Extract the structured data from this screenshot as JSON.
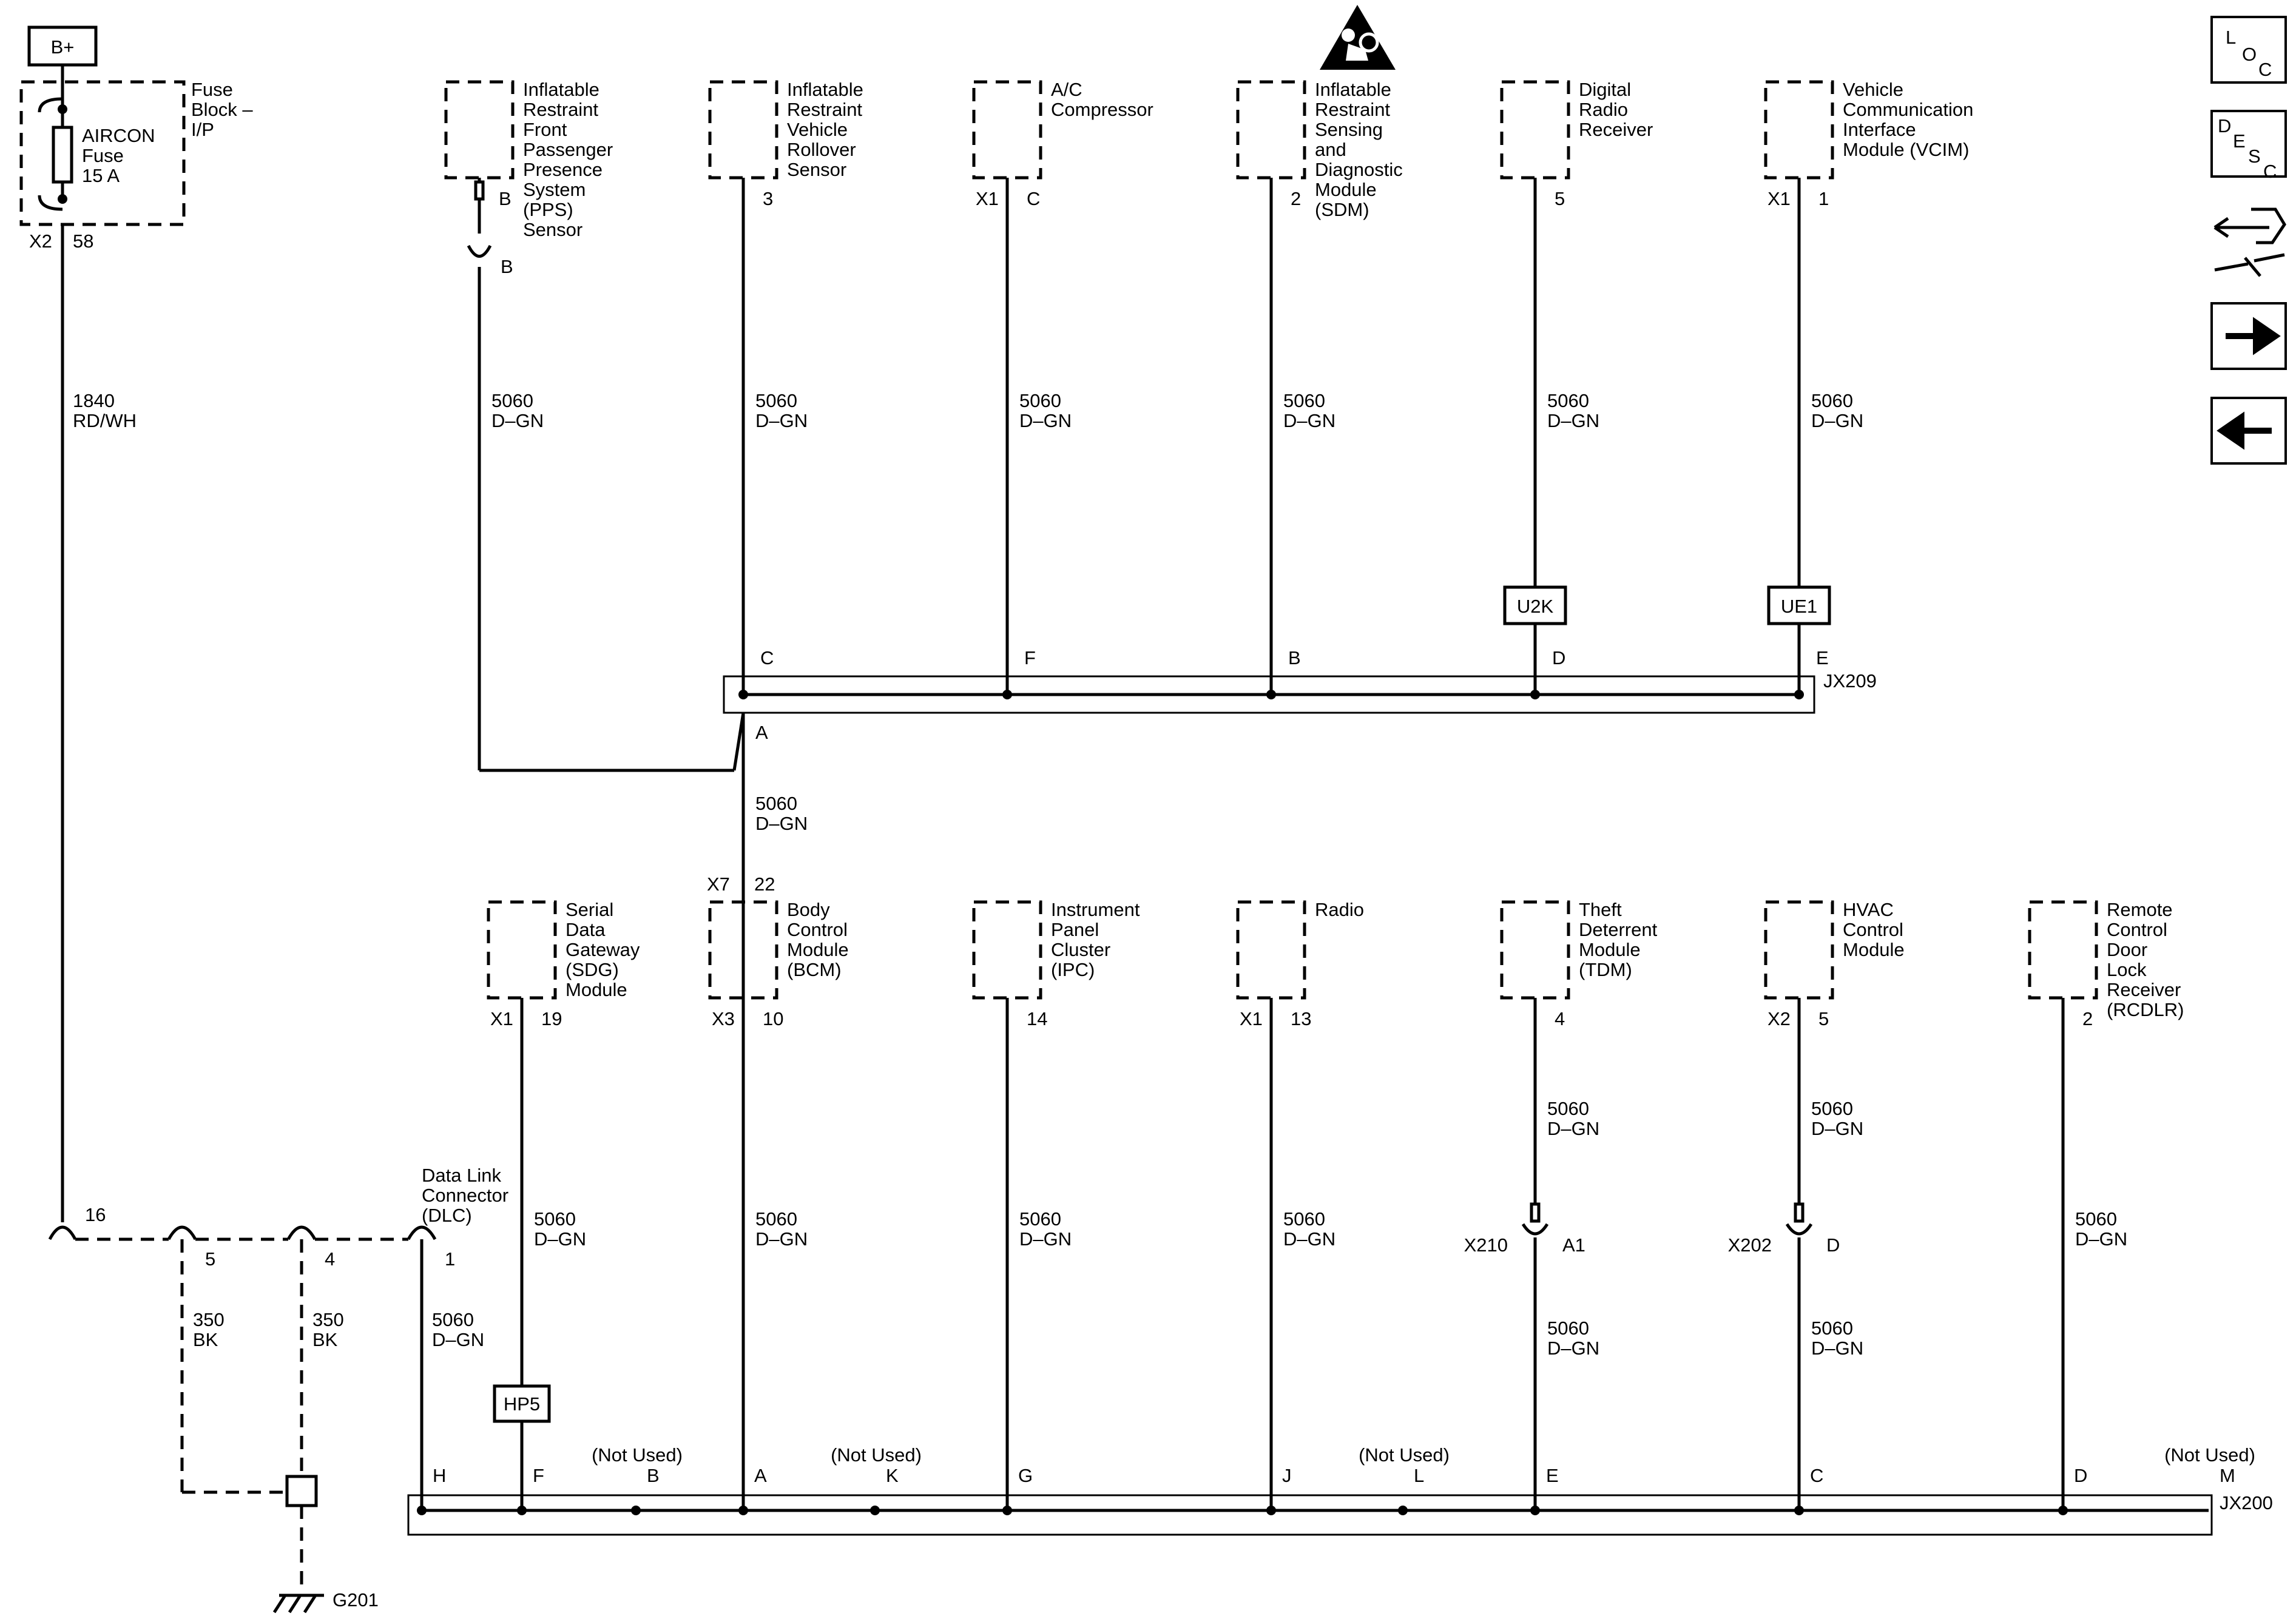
{
  "power": {
    "source": "B+",
    "wire_num": "1840",
    "wire_color": "RD/WH"
  },
  "fuse_block": {
    "name_lines": [
      "Fuse",
      "Block –",
      "I/P"
    ],
    "fuse_lines": [
      "AIRCON",
      "Fuse",
      "15 A"
    ],
    "connector": "X2",
    "pin": "58"
  },
  "top_modules": [
    {
      "lines": [
        "Inflatable",
        "Restraint",
        "Front",
        "Passenger",
        "Presence",
        "System",
        "(PPS)",
        "Sensor"
      ],
      "connector": "",
      "pin": "B",
      "wire_num": "5060",
      "wire_color": "D–GN",
      "splice": "",
      "splice_pin": ""
    },
    {
      "lines": [
        "Inflatable",
        "Restraint",
        "Vehicle",
        "Rollover",
        "Sensor"
      ],
      "connector": "",
      "pin": "3",
      "wire_num": "5060",
      "wire_color": "D–GN",
      "splice": "",
      "splice_pin": "C"
    },
    {
      "lines": [
        "A/C",
        "Compressor"
      ],
      "connector": "X1",
      "pin": "C",
      "wire_num": "5060",
      "wire_color": "D–GN",
      "splice": "",
      "splice_pin": "F"
    },
    {
      "lines": [
        "Inflatable",
        "Restraint",
        "Sensing",
        "and",
        "Diagnostic",
        "Module",
        "(SDM)"
      ],
      "connector": "",
      "pin": "2",
      "wire_num": "5060",
      "wire_color": "D–GN",
      "splice": "",
      "splice_pin": "B"
    },
    {
      "lines": [
        "Digital",
        "Radio",
        "Receiver"
      ],
      "connector": "",
      "pin": "5",
      "wire_num": "5060",
      "wire_color": "D–GN",
      "splice": "U2K",
      "splice_pin": "D"
    },
    {
      "lines": [
        "Vehicle",
        "Communication",
        "Interface",
        "Module (VCIM)"
      ],
      "connector": "X1",
      "pin": "1",
      "wire_num": "5060",
      "wire_color": "D–GN",
      "splice": "UE1",
      "splice_pin": "E"
    }
  ],
  "jx209": {
    "name": "JX209",
    "pin_a": "A",
    "wire_num": "5060",
    "wire_color": "D–GN"
  },
  "bottom_modules": [
    {
      "lines": [
        "Serial",
        "Data",
        "Gateway",
        "(SDG)",
        "Module"
      ],
      "conn_top": "",
      "pin_top": "",
      "connector": "X1",
      "pin": "19",
      "wire_num": "5060",
      "wire_color": "D–GN",
      "inline_conn": "",
      "inline_pin": "",
      "wire2_num": "",
      "wire2_color": "",
      "splice": "HP5",
      "jx_pin": "F"
    },
    {
      "lines": [
        "Body",
        "Control",
        "Module",
        "(BCM)"
      ],
      "conn_top": "X7",
      "pin_top": "22",
      "connector": "X3",
      "pin": "10",
      "wire_num": "5060",
      "wire_color": "D–GN",
      "inline_conn": "",
      "inline_pin": "",
      "wire2_num": "",
      "wire2_color": "",
      "splice": "",
      "jx_pin": "A"
    },
    {
      "lines": [
        "Instrument",
        "Panel",
        "Cluster",
        "(IPC)"
      ],
      "conn_top": "",
      "pin_top": "",
      "connector": "",
      "pin": "14",
      "wire_num": "5060",
      "wire_color": "D–GN",
      "inline_conn": "",
      "inline_pin": "",
      "wire2_num": "",
      "wire2_color": "",
      "splice": "",
      "jx_pin": "G"
    },
    {
      "lines": [
        "Radio"
      ],
      "conn_top": "",
      "pin_top": "",
      "connector": "X1",
      "pin": "13",
      "wire_num": "5060",
      "wire_color": "D–GN",
      "inline_conn": "",
      "inline_pin": "",
      "wire2_num": "",
      "wire2_color": "",
      "splice": "",
      "jx_pin": "J"
    },
    {
      "lines": [
        "Theft",
        "Deterrent",
        "Module",
        "(TDM)"
      ],
      "conn_top": "",
      "pin_top": "",
      "connector": "",
      "pin": "4",
      "wire_num": "5060",
      "wire_color": "D–GN",
      "inline_conn": "X210",
      "inline_pin": "A1",
      "wire2_num": "5060",
      "wire2_color": "D–GN",
      "splice": "",
      "jx_pin": "E"
    },
    {
      "lines": [
        "HVAC",
        "Control",
        "Module"
      ],
      "conn_top": "",
      "pin_top": "",
      "connector": "X2",
      "pin": "5",
      "wire_num": "5060",
      "wire_color": "D–GN",
      "inline_conn": "X202",
      "inline_pin": "D",
      "wire2_num": "5060",
      "wire2_color": "D–GN",
      "splice": "",
      "jx_pin": "C"
    },
    {
      "lines": [
        "Remote",
        "Control",
        "Door",
        "Lock",
        "Receiver",
        "(RCDLR)"
      ],
      "conn_top": "",
      "pin_top": "",
      "connector": "",
      "pin": "2",
      "wire_num": "5060",
      "wire_color": "D–GN",
      "inline_conn": "",
      "inline_pin": "",
      "wire2_num": "",
      "wire2_color": "",
      "splice": "",
      "jx_pin": "D"
    }
  ],
  "jx200": {
    "name": "JX200",
    "not_used": "(Not Used)",
    "unused_pins": [
      "B",
      "K",
      "L",
      "M"
    ],
    "pin_h": "H"
  },
  "dlc": {
    "name_lines": [
      "Data Link",
      "Connector",
      "(DLC)"
    ],
    "pin_power": "16",
    "pin_gnd_a": "5",
    "pin_gnd_b": "4",
    "pin_data": "1",
    "gnd_wire_num": "350",
    "gnd_wire_color": "BK",
    "data_wire_num": "5060",
    "data_wire_color": "D–GN"
  },
  "ground": {
    "name": "G201"
  },
  "nav": {
    "loc_l": "L",
    "loc_o": "O",
    "loc_c": "C",
    "desc_d": "D",
    "desc_e": "E",
    "desc_s": "S",
    "desc_c": "C"
  }
}
